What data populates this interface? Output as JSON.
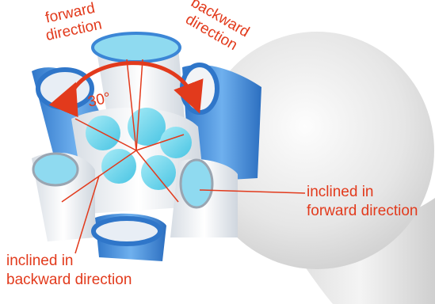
{
  "labels": {
    "forward_direction": [
      "forward",
      "direction"
    ],
    "backward_direction": [
      "backward",
      "direction"
    ],
    "angle": "30°",
    "inclined_forward": [
      "inclined in",
      "forward direction"
    ],
    "inclined_backward": [
      "inclined in",
      "backward direction"
    ]
  },
  "colors": {
    "annotation": "#e23a1c",
    "handle": "#e9e9e9",
    "bristle_blue": "#3b86d6",
    "bristle_cyan": "#6fd3ea",
    "bristle_white": "#f2f4f6"
  }
}
